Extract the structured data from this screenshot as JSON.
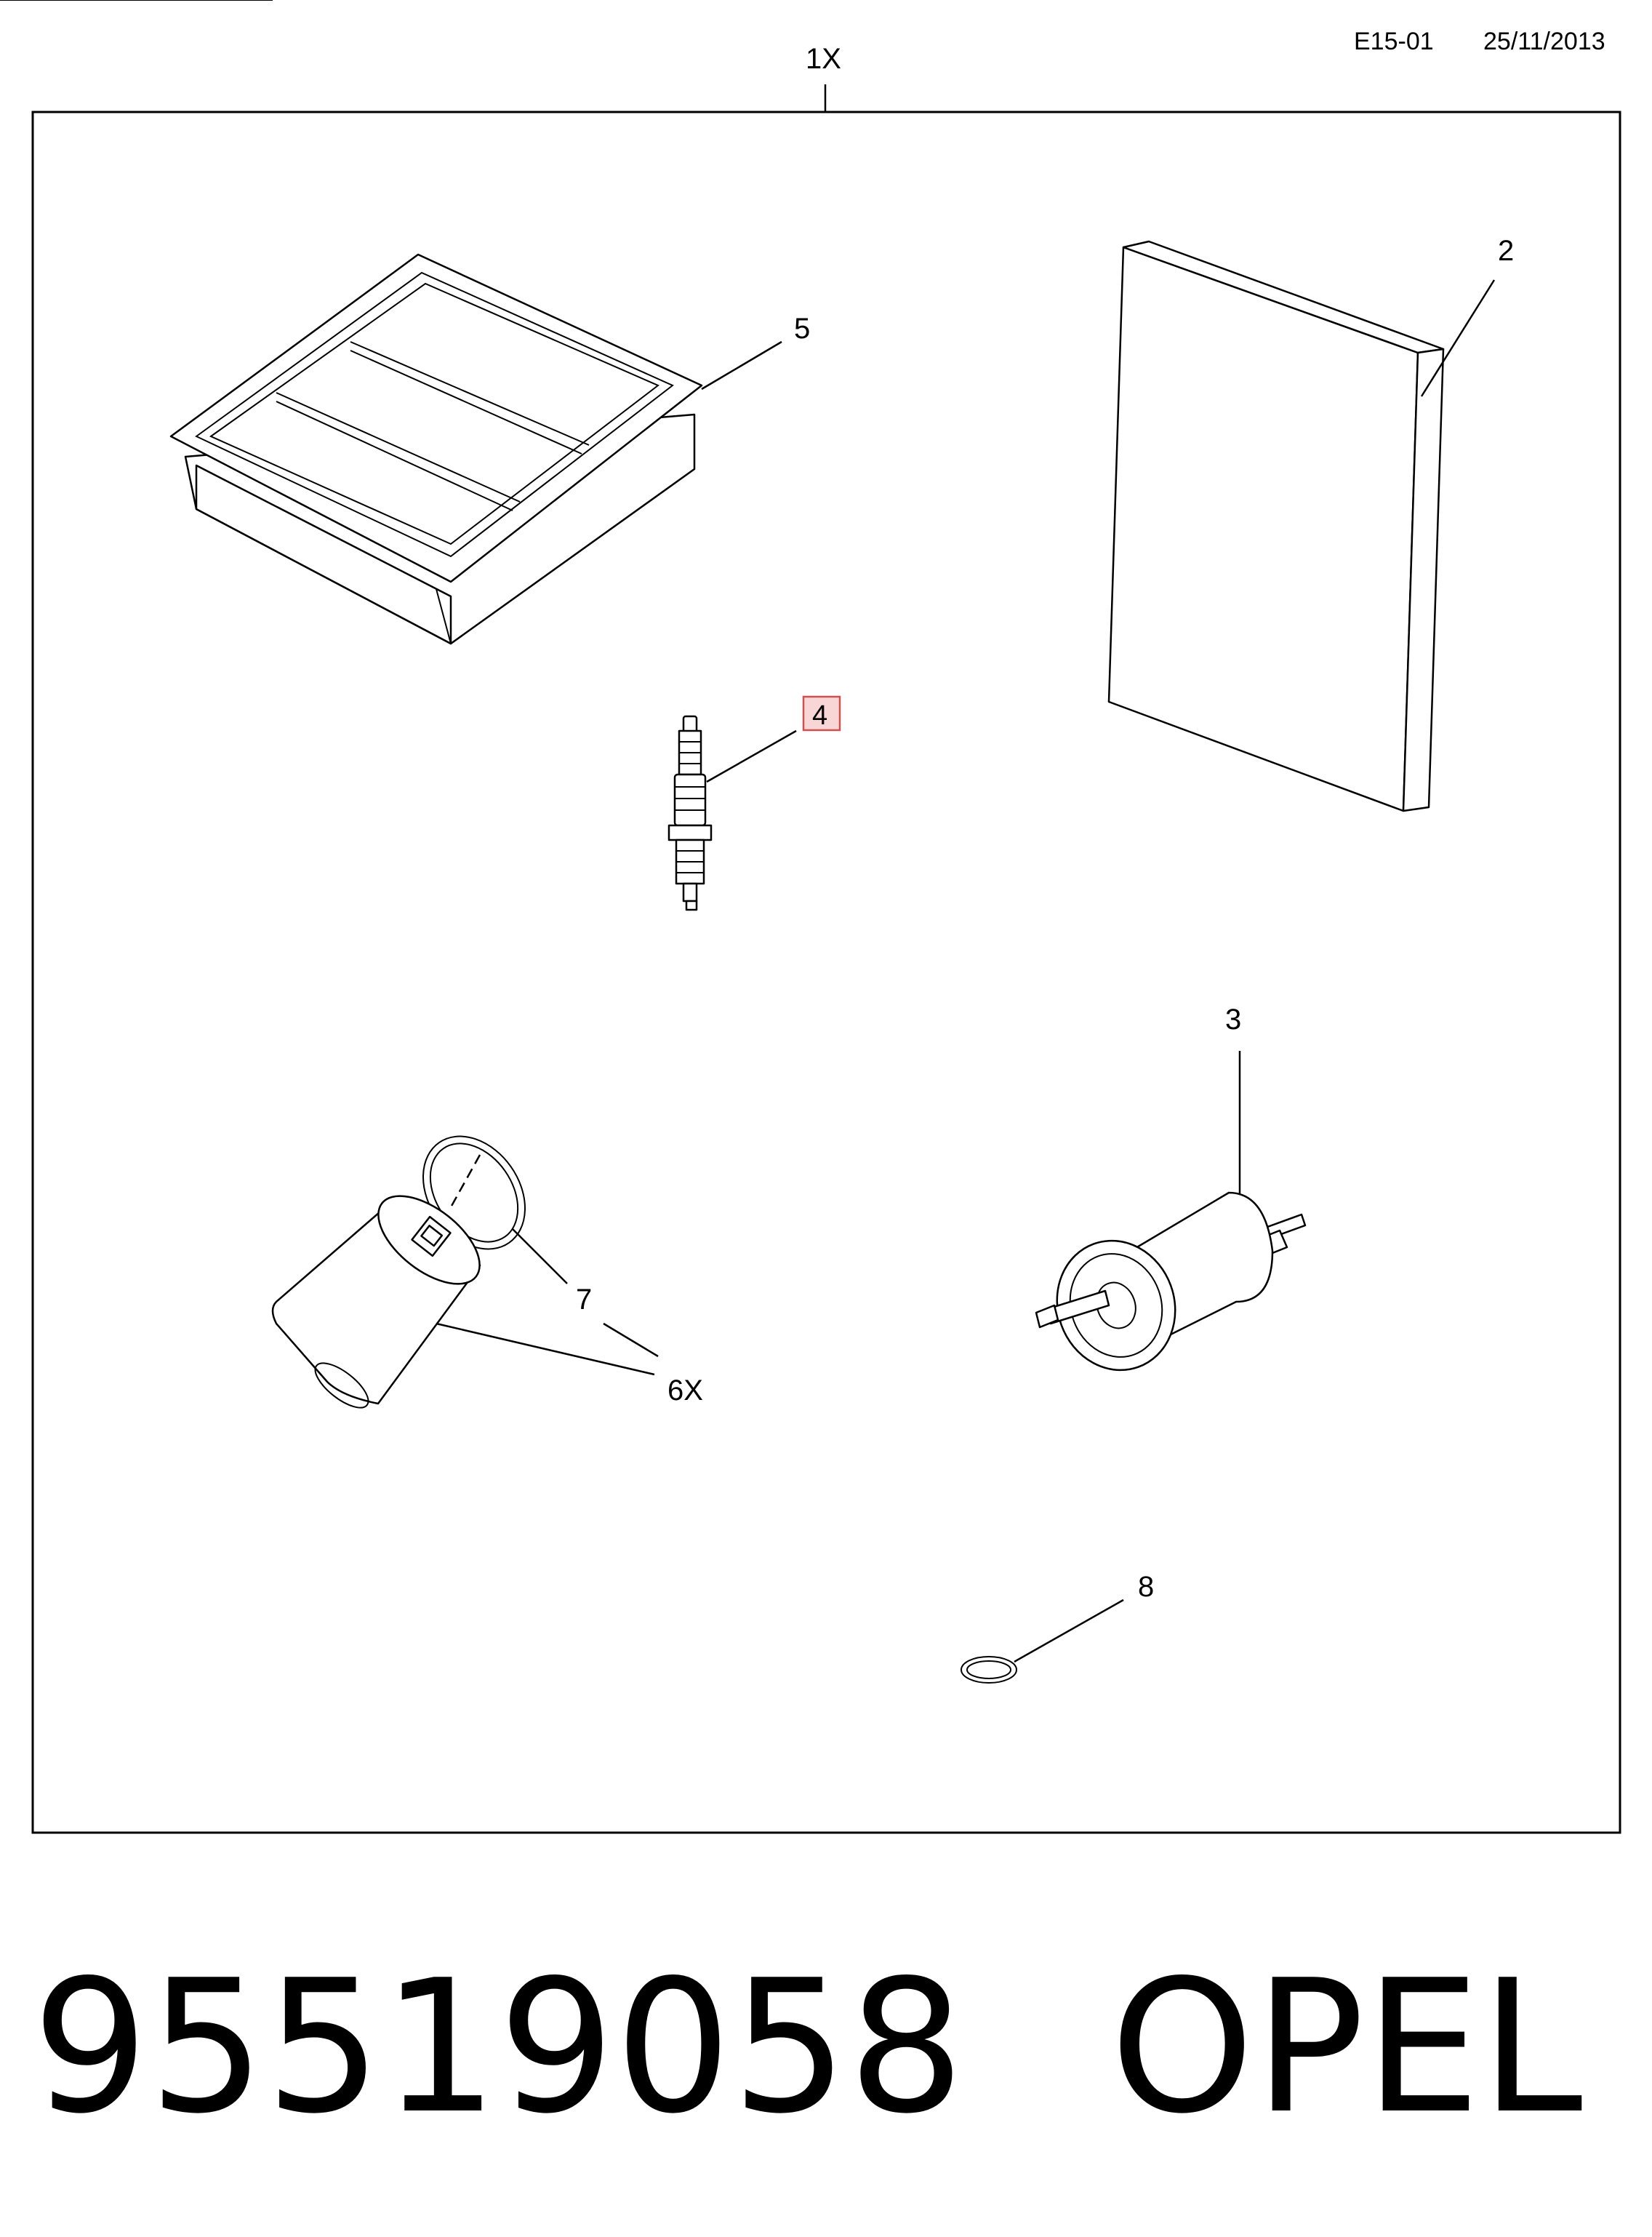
{
  "header": {
    "code": "E15-01",
    "date": "25/11/2013",
    "kit_callout": "1X"
  },
  "callouts": {
    "cabin_filter": "2",
    "fuel_filter": "3",
    "spark_plug": "4",
    "air_filter": "5",
    "oil_filter": "6X",
    "oil_filter_seal": "7",
    "drain_plug_washer": "8"
  },
  "highlight_color": "#f9d6d6",
  "highlight_border": "#d05050",
  "footer": {
    "part_number": "95519058",
    "brand": "OPEL"
  }
}
